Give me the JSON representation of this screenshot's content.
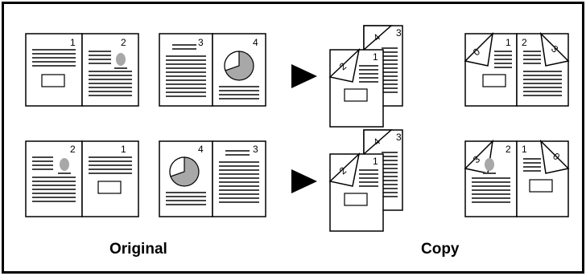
{
  "captions": {
    "original": "Original",
    "copy": "Copy"
  },
  "page_numbers": {
    "orig_row1_a_left": "1",
    "orig_row1_a_right": "2",
    "orig_row1_b_left": "3",
    "orig_row1_b_right": "4",
    "orig_row2_a_left": "2",
    "orig_row2_a_right": "1",
    "orig_row2_b_left": "4",
    "orig_row2_b_right": "3",
    "copy_row1_stack_front": "1",
    "copy_row1_stack_back": "3",
    "copy_row1_spread_left": "1",
    "copy_row2_stack_front": "1",
    "copy_row2_stack_back": "3",
    "copy_row2_spread_left": "2",
    "copy_row2_spread_right": "1"
  },
  "colors": {
    "line": "#000000",
    "gray_fill": "#a8a8a8",
    "text_lines": "#333333"
  },
  "icons": [
    "play-arrow-icon",
    "pie-chart-icon",
    "portrait-icon",
    "picture-box-icon",
    "curled-page-icon"
  ]
}
